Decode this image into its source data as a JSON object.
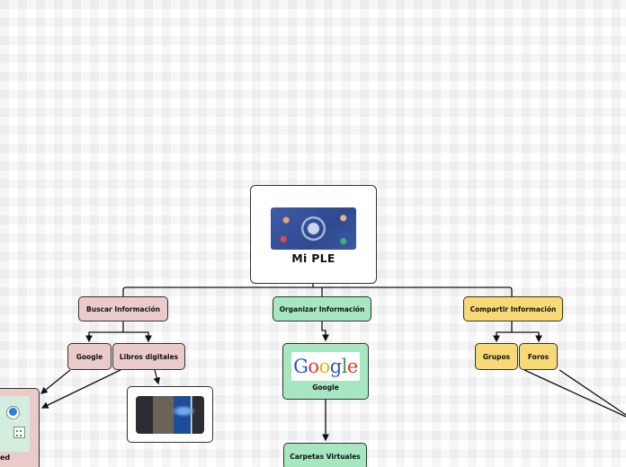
{
  "map": {
    "root": {
      "title": "Mi PLE",
      "image": "technology-network-illustration"
    },
    "branches": [
      {
        "label": "Buscar Información",
        "color": "#ebcaca",
        "children": [
          {
            "label": "Google"
          },
          {
            "label": "Libros digitales",
            "child_image": "digital-books-laptop"
          }
        ],
        "shared_target": {
          "label_partial": "ed",
          "image": "network-diagram"
        }
      },
      {
        "label": "Organizar Información",
        "color": "#a6e6c0",
        "children": [
          {
            "label": "Google",
            "image": "google-logo",
            "image_text": "Google",
            "children": [
              {
                "label": "Carpetas Virtuales"
              }
            ]
          }
        ]
      },
      {
        "label": "Compartir Información",
        "color": "#f7da75",
        "children": [
          {
            "label": "Grupos"
          },
          {
            "label": "Foros"
          }
        ]
      }
    ]
  },
  "colors": {
    "pink": "#ebcaca",
    "green": "#a6e6c0",
    "yellow": "#f7da75",
    "border": "#333333"
  }
}
